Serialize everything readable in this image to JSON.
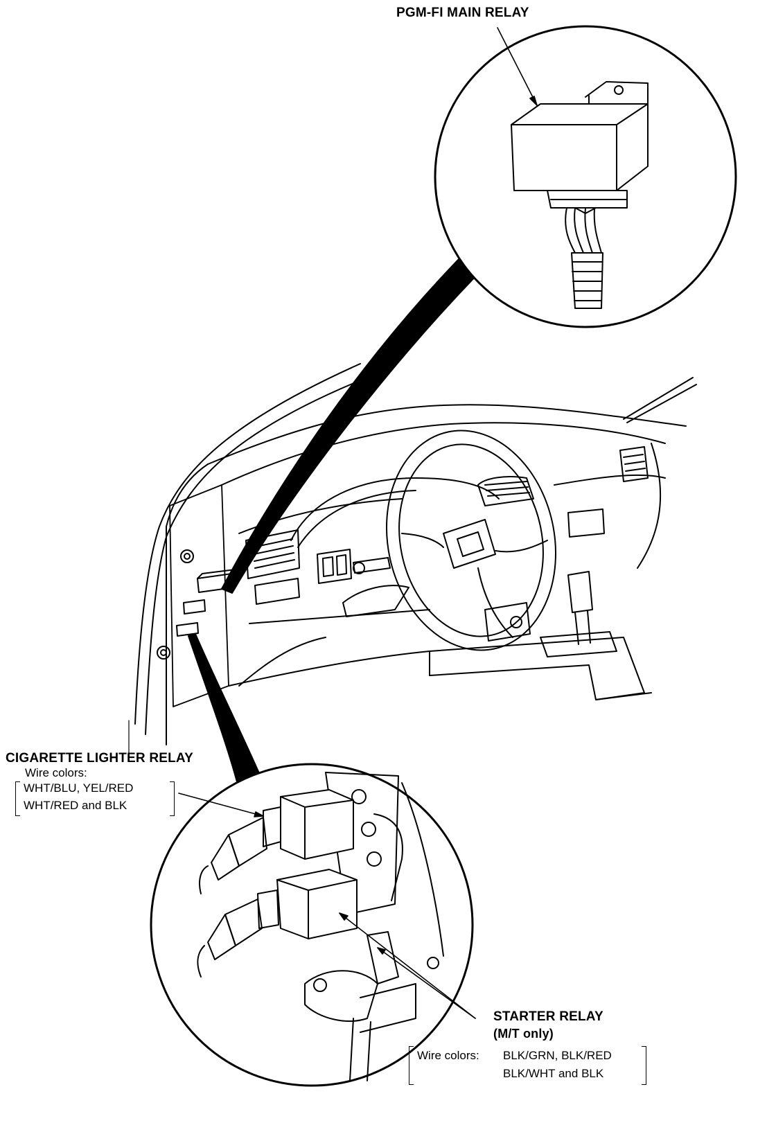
{
  "labels": {
    "pgm_fi_main_relay": "PGM-FI MAIN RELAY",
    "cigarette_lighter_relay": {
      "title": "CIGARETTE LIGHTER RELAY",
      "wire_colors_label": "Wire colors:",
      "line1": "WHT/BLU, YEL/RED",
      "line2": "WHT/RED and BLK"
    },
    "starter_relay": {
      "title": "STARTER RELAY",
      "qualifier": "(M/T only)",
      "wire_colors_label": "Wire colors:",
      "line1": "BLK/GRN, BLK/RED",
      "line2": "BLK/WHT and BLK"
    }
  },
  "style": {
    "ink": "#000000",
    "paper": "#ffffff"
  }
}
